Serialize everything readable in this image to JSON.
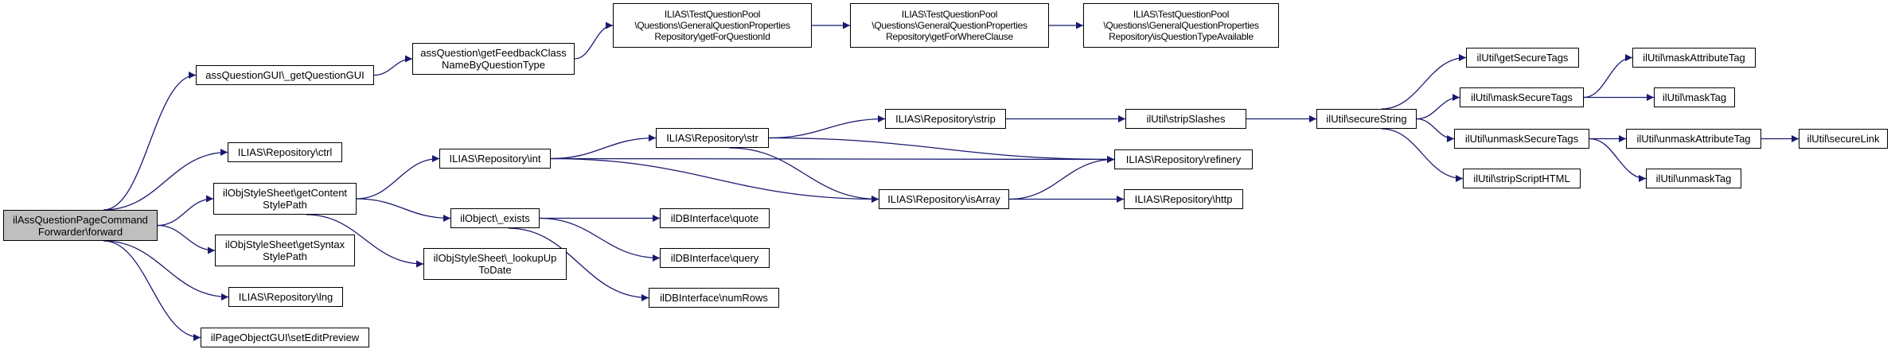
{
  "diagram": {
    "type": "call-graph",
    "colors": {
      "edge": "#191970",
      "node_border": "#000000",
      "root_fill": "#bfbfbf",
      "node_fill": "#ffffff"
    },
    "nodes": [
      {
        "id": "root",
        "label": "ilAssQuestionPageCommand\nForwarder\\forward",
        "root": true
      },
      {
        "id": "getQuestionGUI",
        "label": "assQuestionGUI\\_getQuestionGUI"
      },
      {
        "id": "getFeedbackClass",
        "label": "assQuestion\\getFeedbackClass\nNameByQuestionType"
      },
      {
        "id": "getForQuestionId",
        "label": "ILIAS\\TestQuestionPool\n\\Questions\\GeneralQuestionProperties\nRepository\\getForQuestionId"
      },
      {
        "id": "getForWhereClause",
        "label": "ILIAS\\TestQuestionPool\n\\Questions\\GeneralQuestionProperties\nRepository\\getForWhereClause"
      },
      {
        "id": "isQuestionTypeAvailable",
        "label": "ILIAS\\TestQuestionPool\n\\Questions\\GeneralQuestionProperties\nRepository\\isQuestionTypeAvailable"
      },
      {
        "id": "ctrl",
        "label": "ILIAS\\Repository\\ctrl"
      },
      {
        "id": "getContentStylePath",
        "label": "ilObjStyleSheet\\getContent\nStylePath"
      },
      {
        "id": "getSyntaxStylePath",
        "label": "ilObjStyleSheet\\getSyntax\nStylePath"
      },
      {
        "id": "lng",
        "label": "ILIAS\\Repository\\lng"
      },
      {
        "id": "setEditPreview",
        "label": "ilPageObjectGUI\\setEditPreview"
      },
      {
        "id": "int",
        "label": "ILIAS\\Repository\\int"
      },
      {
        "id": "exists",
        "label": "ilObject\\_exists"
      },
      {
        "id": "lookupUpToDate",
        "label": "ilObjStyleSheet\\_lookupUp\nToDate"
      },
      {
        "id": "str",
        "label": "ILIAS\\Repository\\str"
      },
      {
        "id": "quote",
        "label": "ilDBInterface\\quote"
      },
      {
        "id": "query",
        "label": "ilDBInterface\\query"
      },
      {
        "id": "numRows",
        "label": "ilDBInterface\\numRows"
      },
      {
        "id": "strip",
        "label": "ILIAS\\Repository\\strip"
      },
      {
        "id": "isArray",
        "label": "ILIAS\\Repository\\isArray"
      },
      {
        "id": "refinery",
        "label": "ILIAS\\Repository\\refinery"
      },
      {
        "id": "http",
        "label": "ILIAS\\Repository\\http"
      },
      {
        "id": "stripSlashes",
        "label": "ilUtil\\stripSlashes"
      },
      {
        "id": "secureString",
        "label": "ilUtil\\secureString"
      },
      {
        "id": "getSecureTags",
        "label": "ilUtil\\getSecureTags"
      },
      {
        "id": "maskSecureTags",
        "label": "ilUtil\\maskSecureTags"
      },
      {
        "id": "unmaskSecureTags",
        "label": "ilUtil\\unmaskSecureTags"
      },
      {
        "id": "stripScriptHTML",
        "label": "ilUtil\\stripScriptHTML"
      },
      {
        "id": "maskAttributeTag",
        "label": "ilUtil\\maskAttributeTag"
      },
      {
        "id": "maskTag",
        "label": "ilUtil\\maskTag"
      },
      {
        "id": "unmaskAttributeTag",
        "label": "ilUtil\\unmaskAttributeTag"
      },
      {
        "id": "unmaskTag",
        "label": "ilUtil\\unmaskTag"
      },
      {
        "id": "secureLink",
        "label": "ilUtil\\secureLink"
      }
    ],
    "edges": [
      [
        "root",
        "getQuestionGUI"
      ],
      [
        "root",
        "ctrl"
      ],
      [
        "root",
        "getContentStylePath"
      ],
      [
        "root",
        "getSyntaxStylePath"
      ],
      [
        "root",
        "lng"
      ],
      [
        "root",
        "setEditPreview"
      ],
      [
        "getQuestionGUI",
        "getFeedbackClass"
      ],
      [
        "getFeedbackClass",
        "getForQuestionId"
      ],
      [
        "getForQuestionId",
        "getForWhereClause"
      ],
      [
        "getForWhereClause",
        "isQuestionTypeAvailable"
      ],
      [
        "getContentStylePath",
        "int"
      ],
      [
        "getContentStylePath",
        "exists"
      ],
      [
        "getContentStylePath",
        "lookupUpToDate"
      ],
      [
        "int",
        "str"
      ],
      [
        "int",
        "isArray"
      ],
      [
        "int",
        "refinery"
      ],
      [
        "exists",
        "quote"
      ],
      [
        "exists",
        "query"
      ],
      [
        "exists",
        "numRows"
      ],
      [
        "str",
        "strip"
      ],
      [
        "str",
        "refinery"
      ],
      [
        "str",
        "isArray"
      ],
      [
        "isArray",
        "refinery"
      ],
      [
        "isArray",
        "http"
      ],
      [
        "strip",
        "stripSlashes"
      ],
      [
        "stripSlashes",
        "secureString"
      ],
      [
        "secureString",
        "getSecureTags"
      ],
      [
        "secureString",
        "maskSecureTags"
      ],
      [
        "secureString",
        "unmaskSecureTags"
      ],
      [
        "secureString",
        "stripScriptHTML"
      ],
      [
        "maskSecureTags",
        "maskAttributeTag"
      ],
      [
        "maskSecureTags",
        "maskTag"
      ],
      [
        "unmaskSecureTags",
        "unmaskAttributeTag"
      ],
      [
        "unmaskSecureTags",
        "unmaskTag"
      ],
      [
        "unmaskAttributeTag",
        "secureLink"
      ]
    ]
  }
}
